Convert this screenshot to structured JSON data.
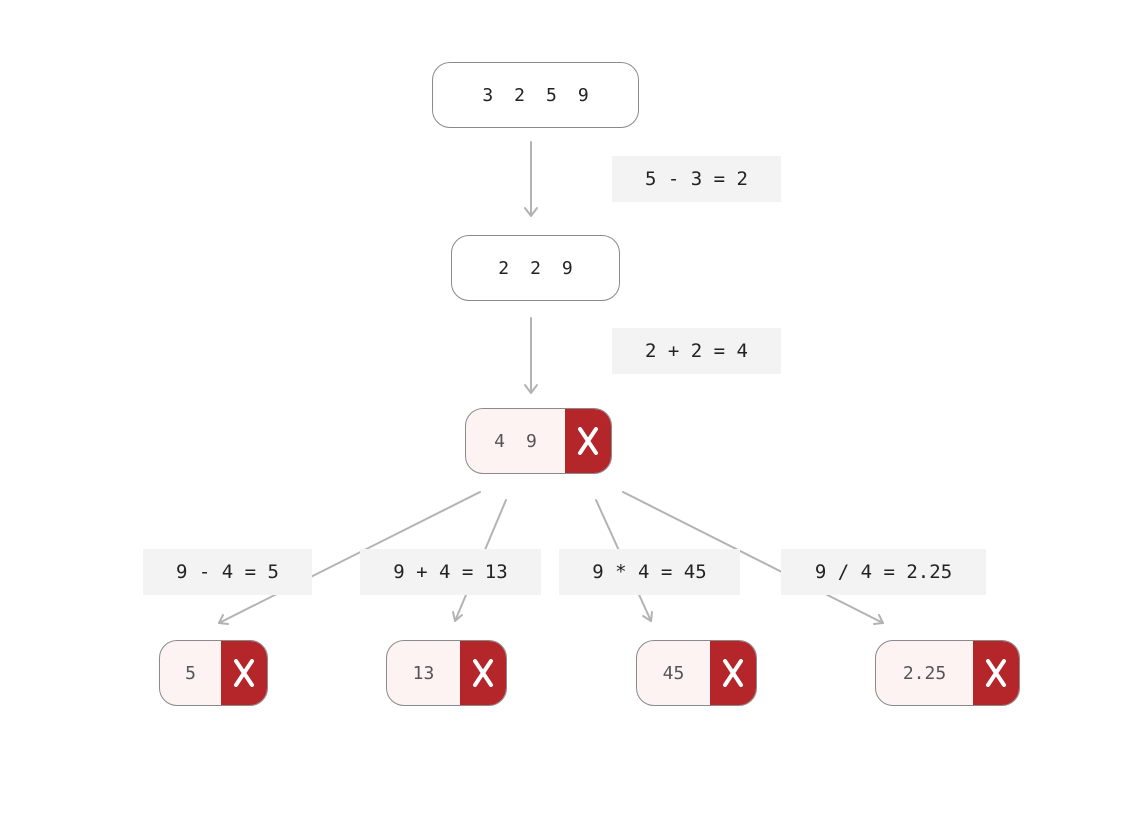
{
  "colors": {
    "arrow": "#b3b3b3",
    "fail": "#b5262b",
    "fail_bg": "#fdf3f3",
    "label_bg": "#f3f3f3",
    "border": "#8a8a8a"
  },
  "icons": {
    "fail": "x-mark-icon"
  },
  "nodes": {
    "root": {
      "numbers": [
        "3",
        "2",
        "5",
        "9"
      ]
    },
    "level1": {
      "numbers": [
        "2",
        "2",
        "9"
      ]
    },
    "level2": {
      "numbers": [
        "4",
        "9"
      ],
      "status": "failed"
    },
    "leaf1": {
      "numbers": [
        "5"
      ],
      "status": "failed"
    },
    "leaf2": {
      "numbers": [
        "13"
      ],
      "status": "failed"
    },
    "leaf3": {
      "numbers": [
        "45"
      ],
      "status": "failed"
    },
    "leaf4": {
      "numbers": [
        "2.25"
      ],
      "status": "failed"
    }
  },
  "operations": {
    "op1": "5 - 3 = 2",
    "op2": "2 + 2 = 4",
    "op3": "9 - 4 = 5",
    "op4": "9 + 4 = 13",
    "op5": "9 * 4 = 45",
    "op6": "9 / 4 = 2.25"
  }
}
